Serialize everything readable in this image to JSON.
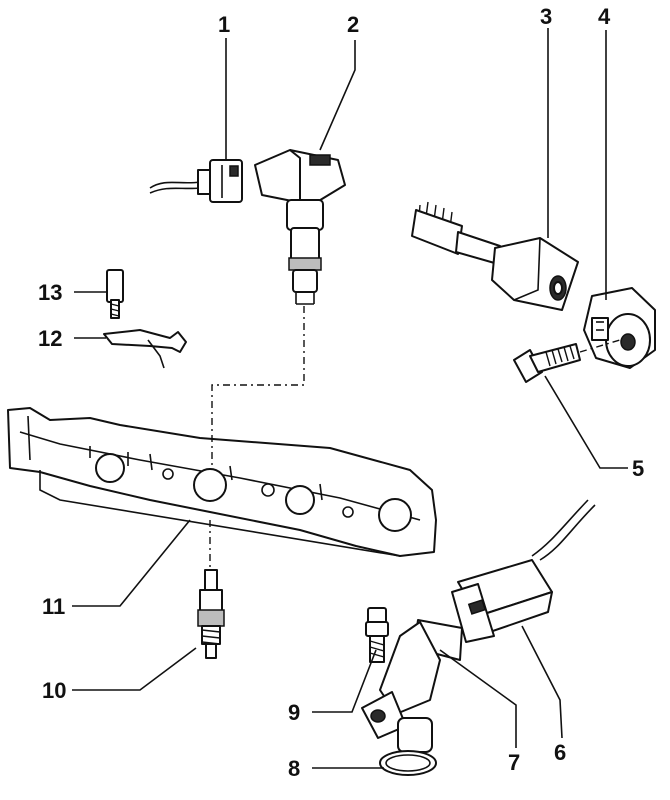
{
  "callouts": {
    "c1": "1",
    "c2": "2",
    "c3": "3",
    "c4": "4",
    "c5": "5",
    "c6": "6",
    "c7": "7",
    "c8": "8",
    "c9": "9",
    "c10": "10",
    "c11": "11",
    "c12": "12",
    "c13": "13"
  },
  "colors": {
    "line": "#111111",
    "background": "#ffffff",
    "shading": "#2a2a2a"
  }
}
